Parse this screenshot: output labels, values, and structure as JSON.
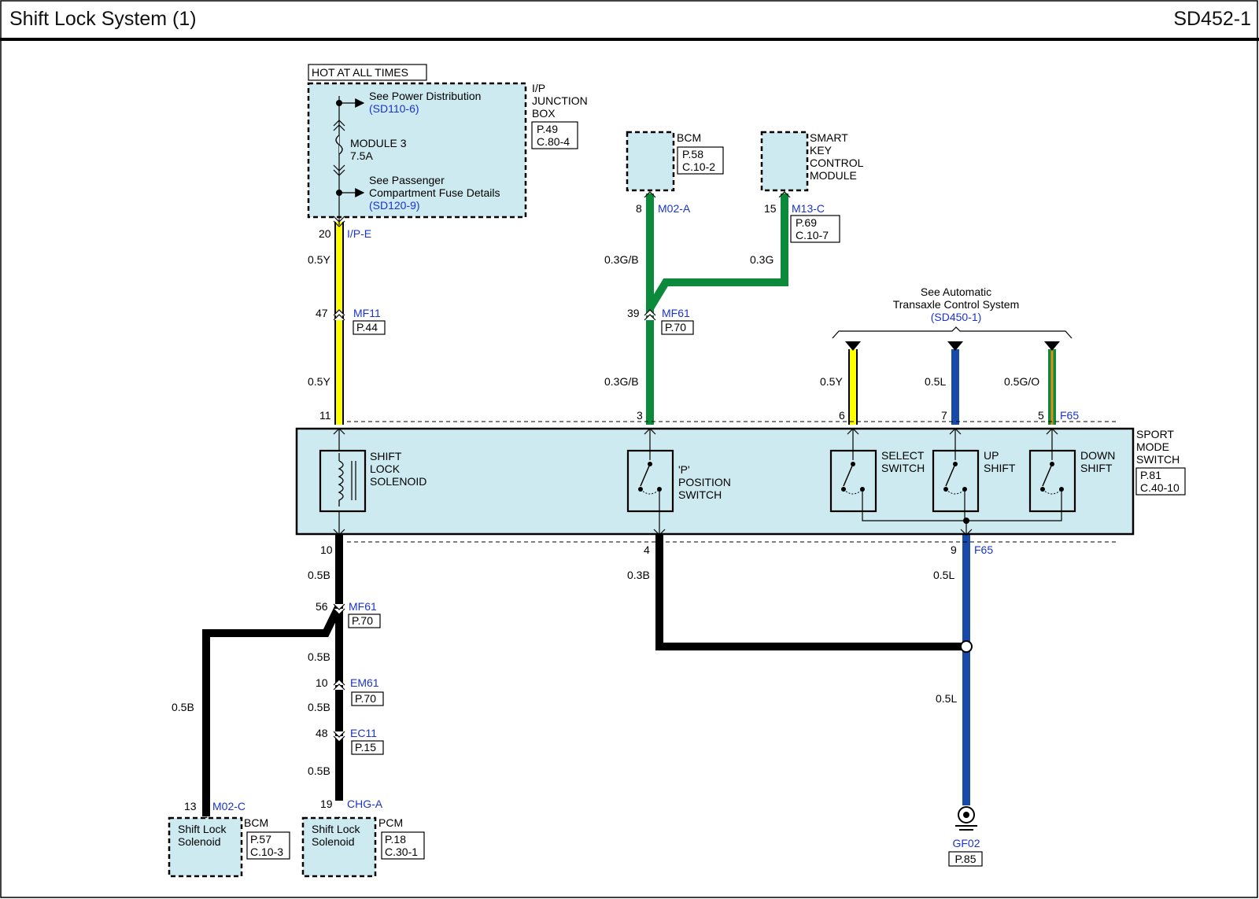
{
  "header": {
    "title": "Shift Lock System  (1)",
    "code": "SD452-1"
  },
  "colors": {
    "module_fill": "#cdeaf0",
    "wire_yellow": "#ffff00",
    "wire_green": "#0a8a3a",
    "wire_blue": "#1a4aa8",
    "wire_black": "#000000",
    "ref_blue": "#1a33cc"
  },
  "hot": {
    "label": "HOT AT ALL TIMES"
  },
  "junction_box": {
    "name_l1": "I/P",
    "name_l2": "JUNCTION",
    "name_l3": "BOX",
    "ref_p": "P.49",
    "ref_c": "C.80-4",
    "see_power": "See Power Distribution",
    "see_power_ref": "(SD110-6)",
    "fuse_l1": "MODULE 3",
    "fuse_l2": "7.5A",
    "see_pass_l1": "See Passenger",
    "see_pass_l2": "Compartment Fuse Details",
    "see_pass_ref": "(SD120-9)"
  },
  "bcm_top": {
    "name": "BCM",
    "ref_p": "P.58",
    "ref_c": "C.10-2"
  },
  "smart_key": {
    "l1": "SMART",
    "l2": "KEY",
    "l3": "CONTROL",
    "l4": "MODULE",
    "ref_p": "P.69",
    "ref_c": "C.10-7"
  },
  "pins": {
    "p20": "20",
    "c_ipe": "I/P-E",
    "p47": "47",
    "c_mf11": "MF11",
    "ref_mf11": "P.44",
    "p11": "11",
    "p8": "8",
    "c_m02a": "M02-A",
    "p15": "15",
    "c_m13c": "M13-C",
    "p39": "39",
    "c_mf61": "MF61",
    "ref_mf61": "P.70",
    "p3": "3",
    "p6": "6",
    "p7": "7",
    "p5": "5",
    "c_f65": "F65",
    "p10": "10",
    "p4": "4",
    "p9": "9",
    "c_f65b": "F65",
    "p56": "56",
    "c_mf61b": "MF61",
    "ref_mf61b": "P.70",
    "p10b": "10",
    "c_em61": "EM61",
    "ref_em61": "P.70",
    "p48": "48",
    "c_ec11": "EC11",
    "ref_ec11": "P.15",
    "p13": "13",
    "c_m02c": "M02-C",
    "p19": "19",
    "c_chga": "CHG-A"
  },
  "wires": {
    "w_y1": "0.5Y",
    "w_y2": "0.5Y",
    "w_gb1": "0.3G/B",
    "w_g": "0.3G",
    "w_gb2": "0.3G/B",
    "w_y3": "0.5Y",
    "w_l1": "0.5L",
    "w_go": "0.5G/O",
    "w_b1": "0.5B",
    "w_b2": "0.3B",
    "w_l2": "0.5L",
    "w_b3": "0.5B",
    "w_b4": "0.5B",
    "w_b5": "0.5B",
    "w_b6": "0.5B",
    "w_l3": "0.5L"
  },
  "see_atcs": {
    "l1": "See Automatic",
    "l2": "Transaxle Control System",
    "ref": "(SD450-1)"
  },
  "sport": {
    "name_l1": "SPORT",
    "name_l2": "MODE",
    "name_l3": "SWITCH",
    "ref_p": "P.81",
    "ref_c": "C.40-10",
    "sol_l1": "SHIFT",
    "sol_l2": "LOCK",
    "sol_l3": "SOLENOID",
    "pp_l1": "'P'",
    "pp_l2": "POSITION",
    "pp_l3": "SWITCH",
    "sel_l1": "SELECT",
    "sel_l2": "SWITCH",
    "up_l1": "UP",
    "up_l2": "SHIFT",
    "dn_l1": "DOWN",
    "dn_l2": "SHIFT"
  },
  "bcm_bot": {
    "box_l1": "Shift Lock",
    "box_l2": "Solenoid",
    "name": "BCM",
    "ref_p": "P.57",
    "ref_c": "C.10-3"
  },
  "pcm_bot": {
    "box_l1": "Shift Lock",
    "box_l2": "Solenoid",
    "name": "PCM",
    "ref_p": "P.18",
    "ref_c": "C.30-1"
  },
  "ground": {
    "name": "GF02",
    "ref": "P.85"
  }
}
